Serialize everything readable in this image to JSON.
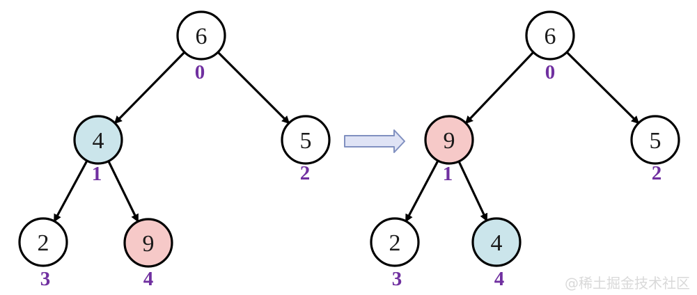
{
  "colors": {
    "background": "#ffffff",
    "node_stroke": "#000000",
    "node_text": "#1a1a1a",
    "edge": "#000000",
    "index_label": "#7030a0",
    "transition_arrow_fill": "#dfe3f5",
    "transition_arrow_stroke": "#8090c0",
    "watermark": "#d9d9d9",
    "highlight_blue": "#cbe5eb",
    "highlight_pink": "#f6c9c8"
  },
  "trees": {
    "left": {
      "name": "before-swap",
      "nodes": [
        {
          "value": "6",
          "index": "0",
          "fill": "#ffffff"
        },
        {
          "value": "4",
          "index": "1",
          "fill": "#cbe5eb"
        },
        {
          "value": "5",
          "index": "2",
          "fill": "#ffffff"
        },
        {
          "value": "2",
          "index": "3",
          "fill": "#ffffff"
        },
        {
          "value": "9",
          "index": "4",
          "fill": "#f6c9c8"
        }
      ],
      "edges": [
        [
          "6",
          "4"
        ],
        [
          "6",
          "5"
        ],
        [
          "4",
          "2"
        ],
        [
          "4",
          "9"
        ]
      ]
    },
    "right": {
      "name": "after-swap",
      "nodes": [
        {
          "value": "6",
          "index": "0",
          "fill": "#ffffff"
        },
        {
          "value": "9",
          "index": "1",
          "fill": "#f6c9c8"
        },
        {
          "value": "5",
          "index": "2",
          "fill": "#ffffff"
        },
        {
          "value": "2",
          "index": "3",
          "fill": "#ffffff"
        },
        {
          "value": "4",
          "index": "4",
          "fill": "#cbe5eb"
        }
      ],
      "edges": [
        [
          "6",
          "9"
        ],
        [
          "6",
          "5"
        ],
        [
          "9",
          "2"
        ],
        [
          "9",
          "4"
        ]
      ]
    }
  },
  "watermark": "@稀土掘金技术社区"
}
